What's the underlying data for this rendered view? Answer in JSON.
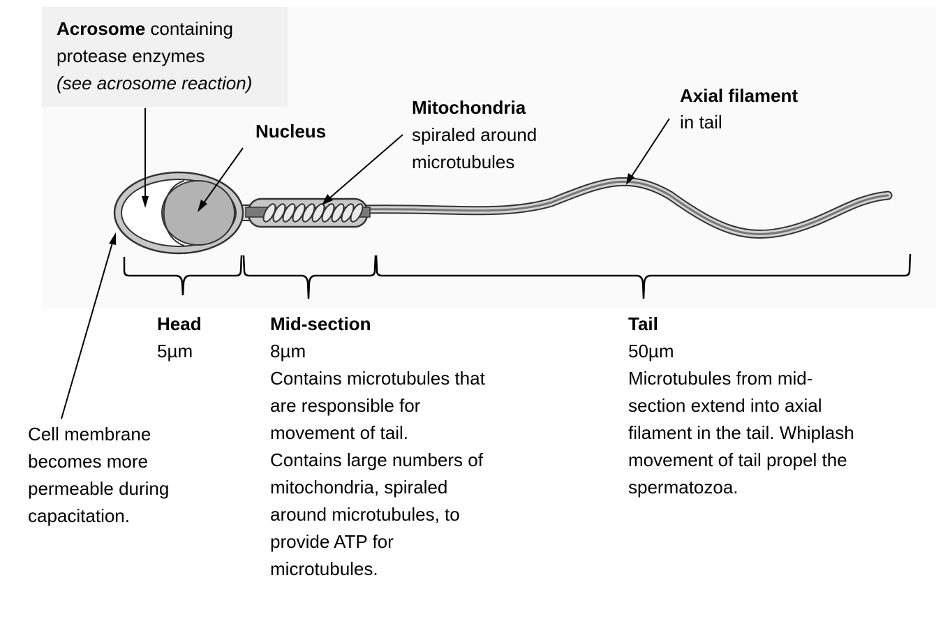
{
  "acrosome": {
    "title": "Acrosome",
    "rest": " containing",
    "line2": "protease enzymes",
    "line3": "(see acrosome reaction)"
  },
  "nucleus": {
    "title": "Nucleus"
  },
  "mitochondria": {
    "title": "Mitochondria",
    "line2": "spiraled around",
    "line3": "microtubules"
  },
  "axial": {
    "title": "Axial filament",
    "line2": "in tail"
  },
  "membrane": {
    "lines": [
      "Cell membrane",
      "becomes more",
      "permeable during",
      "capacitation."
    ]
  },
  "head": {
    "title": "Head",
    "size": "5µm"
  },
  "midsection": {
    "title": "Mid-section",
    "size": "8µm",
    "lines": [
      "Contains microtubules that",
      "are responsible for",
      "movement of tail.",
      "Contains large numbers of",
      "mitochondria, spiraled",
      "around microtubules, to",
      "provide ATP for",
      "microtubules."
    ]
  },
  "tail": {
    "title": "Tail",
    "size": "50µm",
    "lines": [
      "Microtubules from mid-",
      "section extend into axial",
      "filament in the tail. Whiplash",
      "movement of tail propel the",
      "spermatozoa."
    ]
  }
}
